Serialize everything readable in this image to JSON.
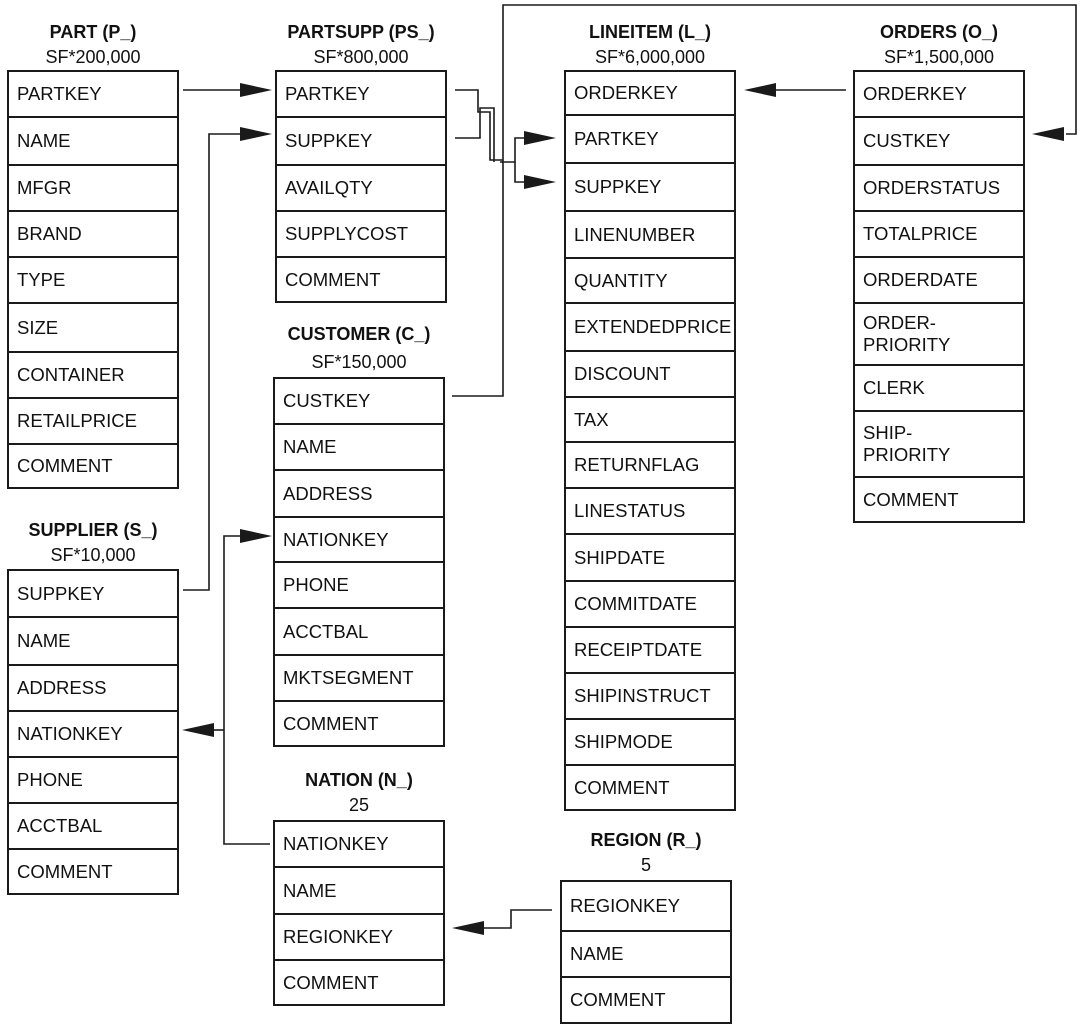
{
  "tables": {
    "part": {
      "title": "PART (P_)",
      "subtitle": "SF*200,000",
      "fields": [
        "PARTKEY",
        "NAME",
        "MFGR",
        "BRAND",
        "TYPE",
        "SIZE",
        "CONTAINER",
        "RETAILPRICE",
        "COMMENT"
      ]
    },
    "partsupp": {
      "title": "PARTSUPP (PS_)",
      "subtitle": "SF*800,000",
      "fields": [
        "PARTKEY",
        "SUPPKEY",
        "AVAILQTY",
        "SUPPLYCOST",
        "COMMENT"
      ]
    },
    "lineitem": {
      "title": "LINEITEM (L_)",
      "subtitle": "SF*6,000,000",
      "fields": [
        "ORDERKEY",
        "PARTKEY",
        "SUPPKEY",
        "LINENUMBER",
        "QUANTITY",
        "EXTENDEDPRICE",
        "DISCOUNT",
        "TAX",
        "RETURNFLAG",
        "LINESTATUS",
        "SHIPDATE",
        "COMMITDATE",
        "RECEIPTDATE",
        "SHIPINSTRUCT",
        "SHIPMODE",
        "COMMENT"
      ]
    },
    "orders": {
      "title": "ORDERS (O_)",
      "subtitle": "SF*1,500,000",
      "fields": [
        "ORDERKEY",
        "CUSTKEY",
        "ORDERSTATUS",
        "TOTALPRICE",
        "ORDERDATE",
        "ORDER-\nPRIORITY",
        "CLERK",
        "SHIP-\nPRIORITY",
        "COMMENT"
      ]
    },
    "customer": {
      "title": "CUSTOMER (C_)",
      "subtitle": "SF*150,000",
      "fields": [
        "CUSTKEY",
        "NAME",
        "ADDRESS",
        "NATIONKEY",
        "PHONE",
        "ACCTBAL",
        "MKTSEGMENT",
        "COMMENT"
      ]
    },
    "supplier": {
      "title": "SUPPLIER (S_)",
      "subtitle": "SF*10,000",
      "fields": [
        "SUPPKEY",
        "NAME",
        "ADDRESS",
        "NATIONKEY",
        "PHONE",
        "ACCTBAL",
        "COMMENT"
      ]
    },
    "nation": {
      "title": "NATION (N_)",
      "subtitle": "25",
      "fields": [
        "NATIONKEY",
        "NAME",
        "REGIONKEY",
        "COMMENT"
      ]
    },
    "region": {
      "title": "REGION (R_)",
      "subtitle": "5",
      "fields": [
        "REGIONKEY",
        "NAME",
        "COMMENT"
      ]
    }
  },
  "colors": {
    "line": "#1a1a1a",
    "background": "#ffffff"
  }
}
